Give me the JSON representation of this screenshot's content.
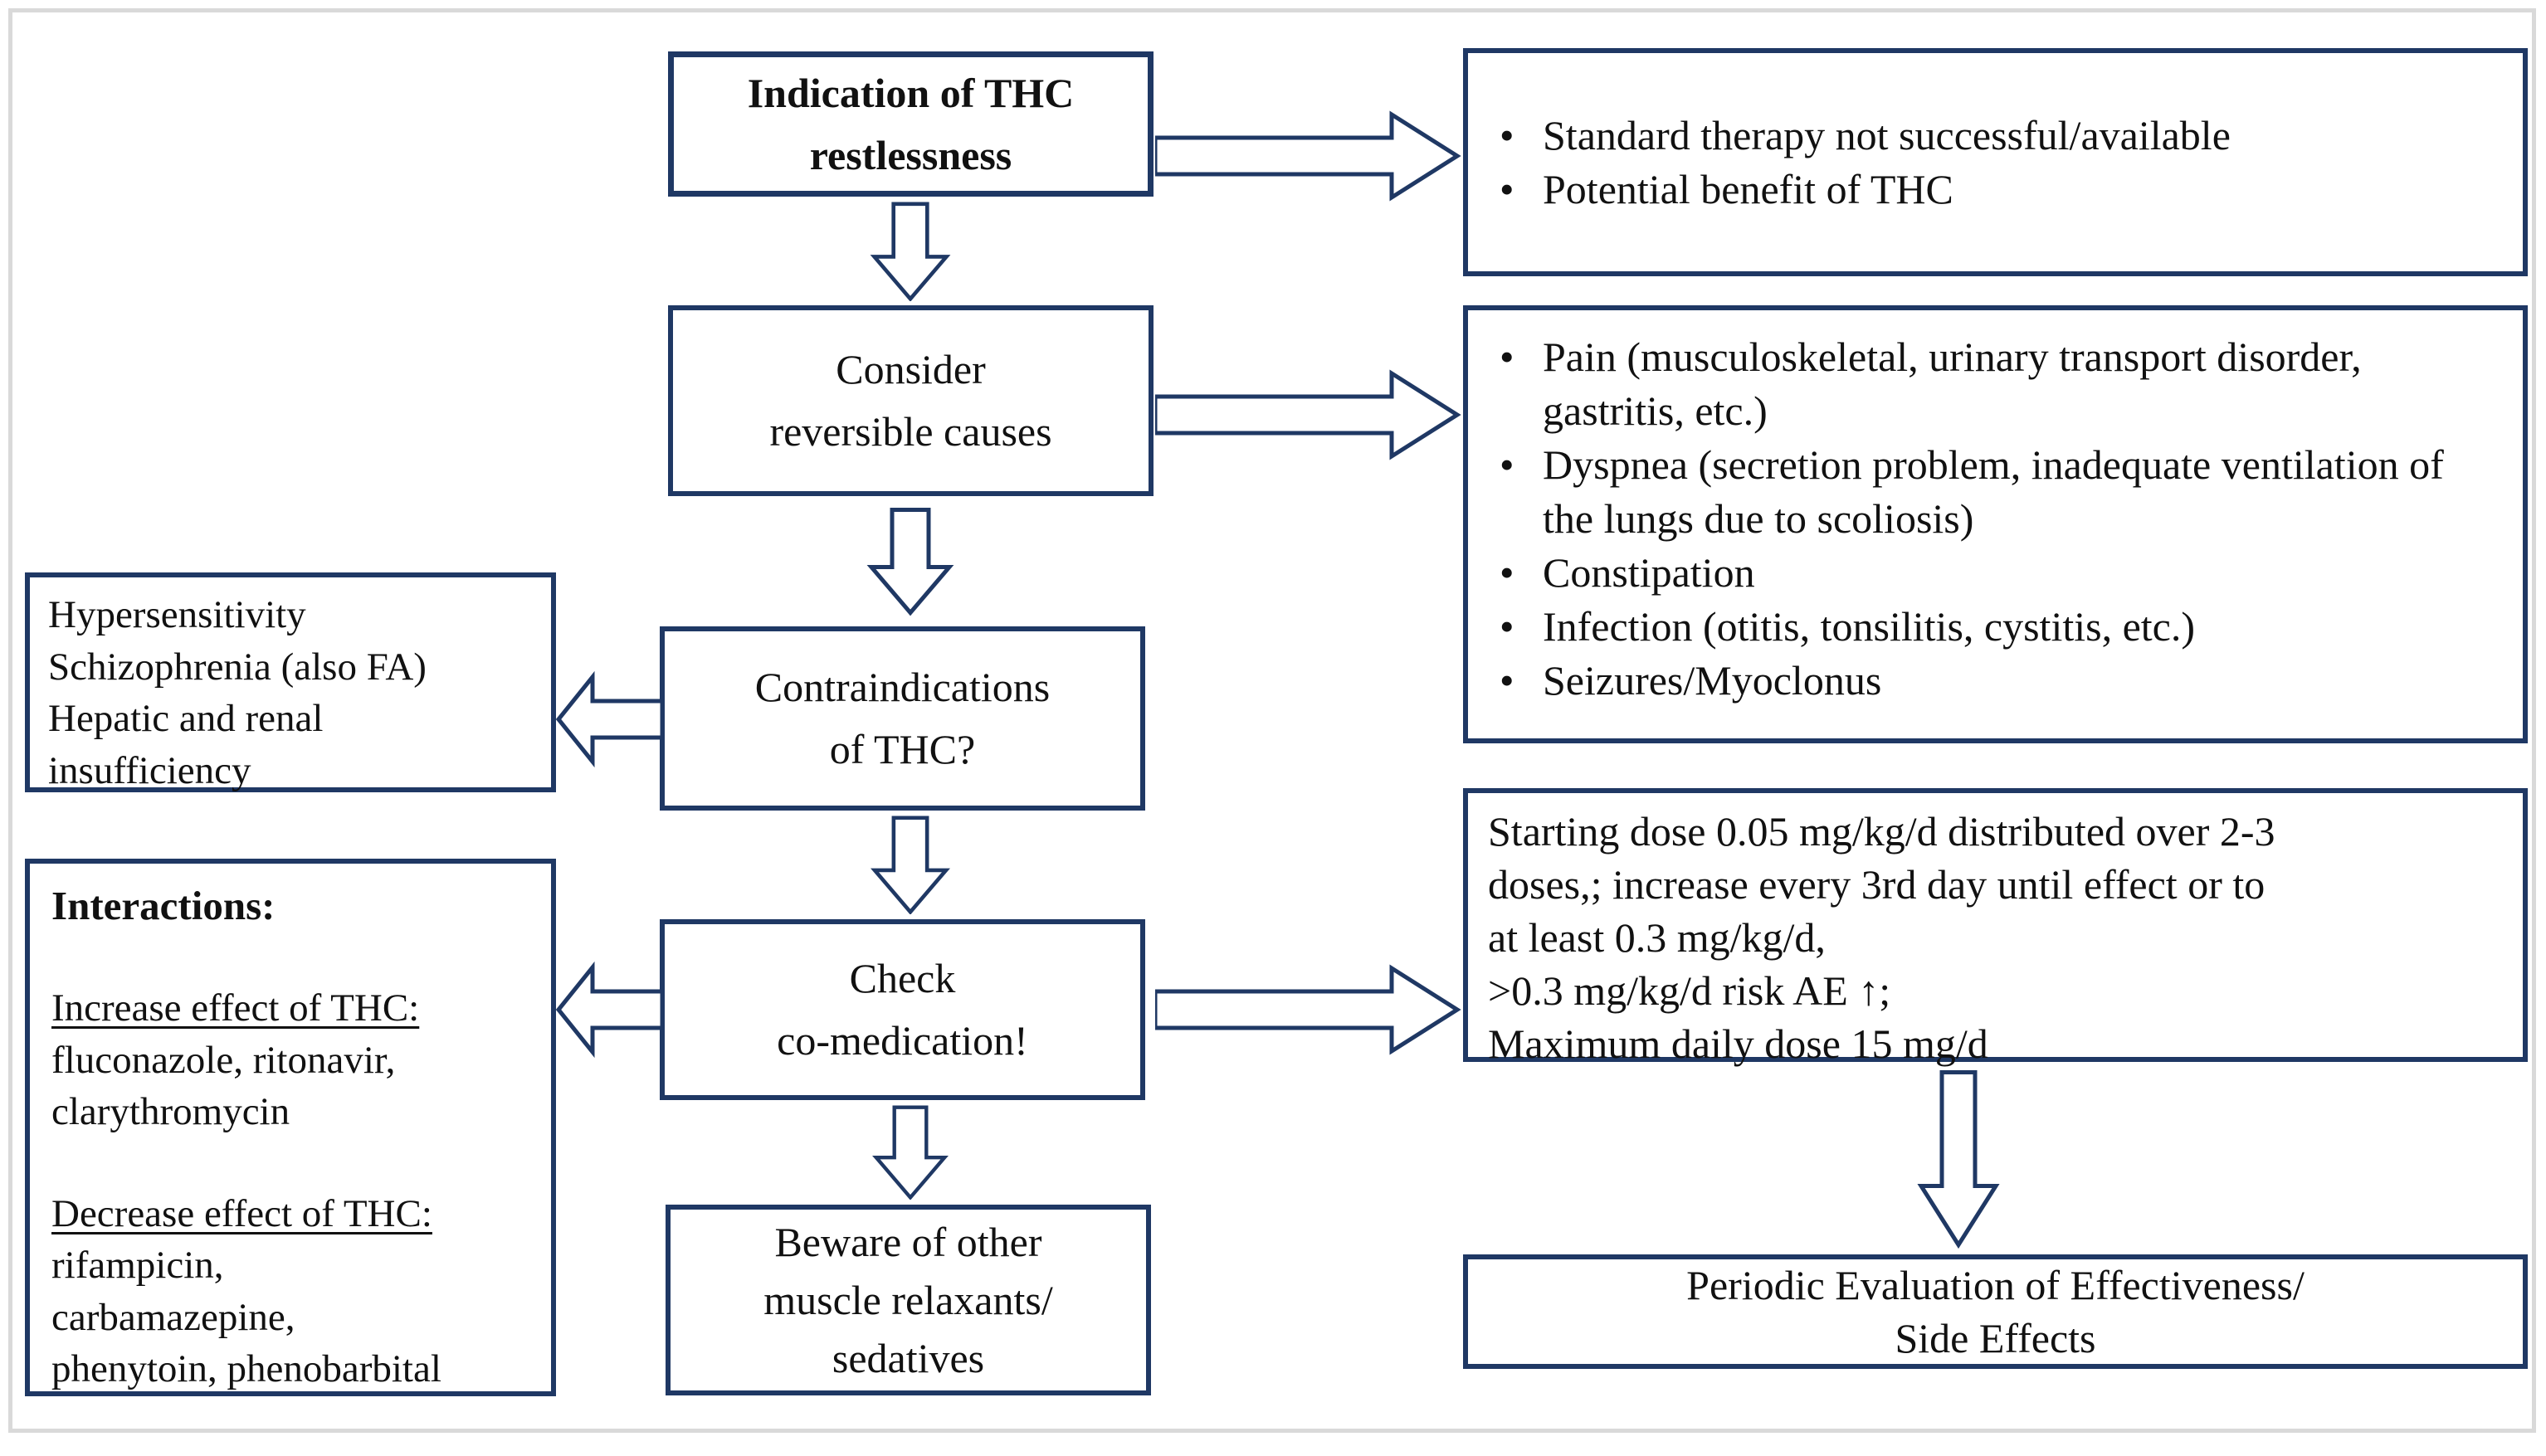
{
  "colors": {
    "box_border": "#1f3864",
    "outer_frame": "#d9d9d9",
    "text": "#111111",
    "arrow_fill": "#ffffff"
  },
  "flowchart": {
    "indication_box": {
      "text": "Indication of THC\nrestlessness"
    },
    "criteria_box": {
      "items": [
        "Standard therapy not successful/available",
        "Potential benefit of THC"
      ]
    },
    "consider_box": {
      "text": "Consider\nreversible causes"
    },
    "reversible_causes_box": {
      "items": [
        "Pain (musculoskeletal, urinary transport disorder, gastritis, etc.)",
        "Dyspnea (secretion problem, inadequate ventilation of the lungs due to scoliosis)",
        "Constipation",
        "Infection (otitis, tonsilitis, cystitis, etc.)",
        "Seizures/Myoclonus"
      ]
    },
    "contraindications_box": {
      "text": "Contraindications\nof THC?"
    },
    "contraindications_list_box": {
      "text": "Hypersensitivity\nSchizophrenia (also FA)\nHepatic and renal\ninsufficiency"
    },
    "check_box": {
      "text": "Check\nco-medication!"
    },
    "interactions_box": {
      "title": "Interactions:",
      "increase_heading": "Increase effect of THC:",
      "increase_drugs": "fluconazole, ritonavir,\nclarythromycin",
      "decrease_heading": "Decrease effect of THC:",
      "decrease_drugs": "rifampicin,\ncarbamazepine,\nphenytoin, phenobarbital"
    },
    "dosing_box": {
      "text": "Starting dose 0.05 mg/kg/d distributed over 2-3\ndoses,; increase every 3rd day until effect or to\nat least 0.3 mg/kg/d,\n>0.3 mg/kg/d risk AE ↑;\nMaximum daily dose 15 mg/d"
    },
    "beware_box": {
      "text": "Beware of other\nmuscle relaxants/\nsedatives"
    },
    "evaluation_box": {
      "text": "Periodic Evaluation of Effectiveness/\nSide Effects"
    }
  }
}
